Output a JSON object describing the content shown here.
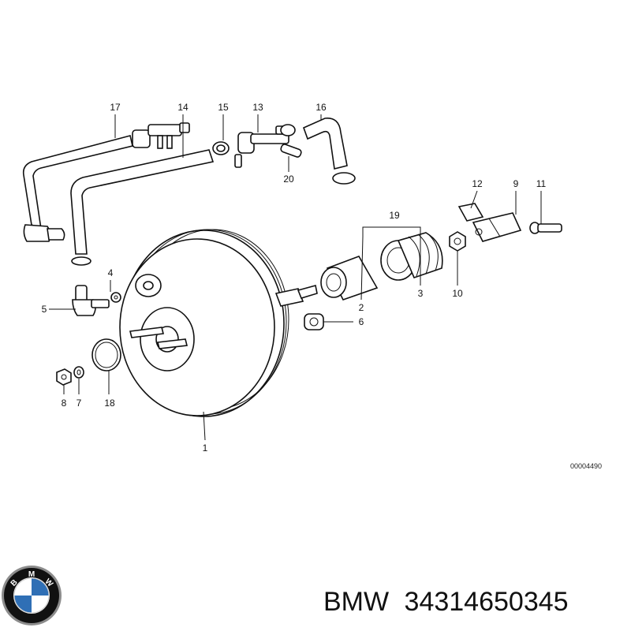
{
  "diagram": {
    "callouts": [
      {
        "id": "c17",
        "label": "17"
      },
      {
        "id": "c14",
        "label": "14"
      },
      {
        "id": "c15",
        "label": "15"
      },
      {
        "id": "c13",
        "label": "13"
      },
      {
        "id": "c16",
        "label": "16"
      },
      {
        "id": "c20",
        "label": "20"
      },
      {
        "id": "c12",
        "label": "12"
      },
      {
        "id": "c9",
        "label": "9"
      },
      {
        "id": "c11",
        "label": "11"
      },
      {
        "id": "c19",
        "label": "19"
      },
      {
        "id": "c4",
        "label": "4"
      },
      {
        "id": "c5",
        "label": "5"
      },
      {
        "id": "c2",
        "label": "2"
      },
      {
        "id": "c3",
        "label": "3"
      },
      {
        "id": "c10",
        "label": "10"
      },
      {
        "id": "c6",
        "label": "6"
      },
      {
        "id": "c8",
        "label": "8"
      },
      {
        "id": "c7",
        "label": "7"
      },
      {
        "id": "c18",
        "label": "18"
      },
      {
        "id": "c1",
        "label": "1"
      }
    ],
    "reference_code": "00004490"
  },
  "footer": {
    "brand": "BMW",
    "part_number": "34314650345",
    "logo_letters": [
      "B",
      "M",
      "W"
    ],
    "logo_colors": {
      "ring": "#111111",
      "blue": "#2f6fb5",
      "white": "#ffffff"
    }
  }
}
